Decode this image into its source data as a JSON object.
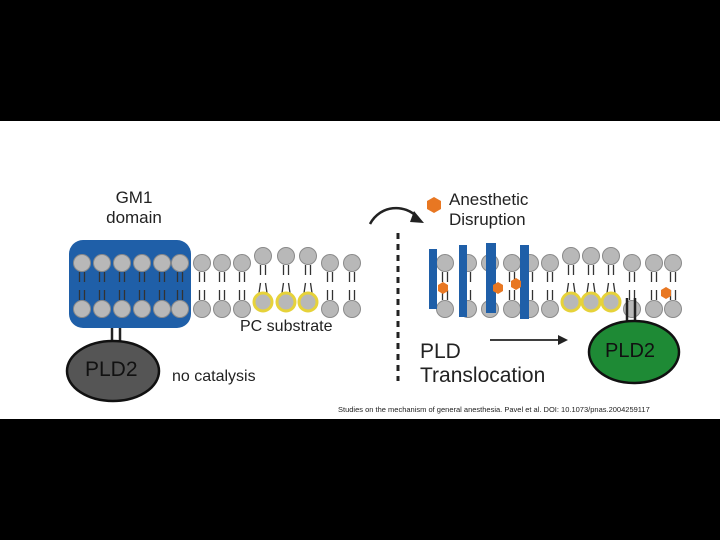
{
  "figure": {
    "gm1_label": "GM1 domain",
    "gm1_label_lines": [
      "GM1",
      "domain"
    ],
    "pc_label": "PC substrate",
    "no_catalysis_label": "no catalysis",
    "pld2_label": "PLD2",
    "anesthetic_label_lines": [
      "Anesthetic",
      "Disruption"
    ],
    "translocation_label_lines": [
      "PLD",
      "Translocation"
    ],
    "colors": {
      "gm1_domain": "#1f5fa8",
      "lipid_head": "#b8b8b8",
      "pc_highlight": "#e6d23a",
      "pld2_left": "#555555",
      "pld2_right": "#1e8a35",
      "anesthetic": "#e87722"
    }
  },
  "citation": "Studies on the mechanism of general anesthesia. Pavel et al. DOI: 10.1073/pnas.2004259117"
}
